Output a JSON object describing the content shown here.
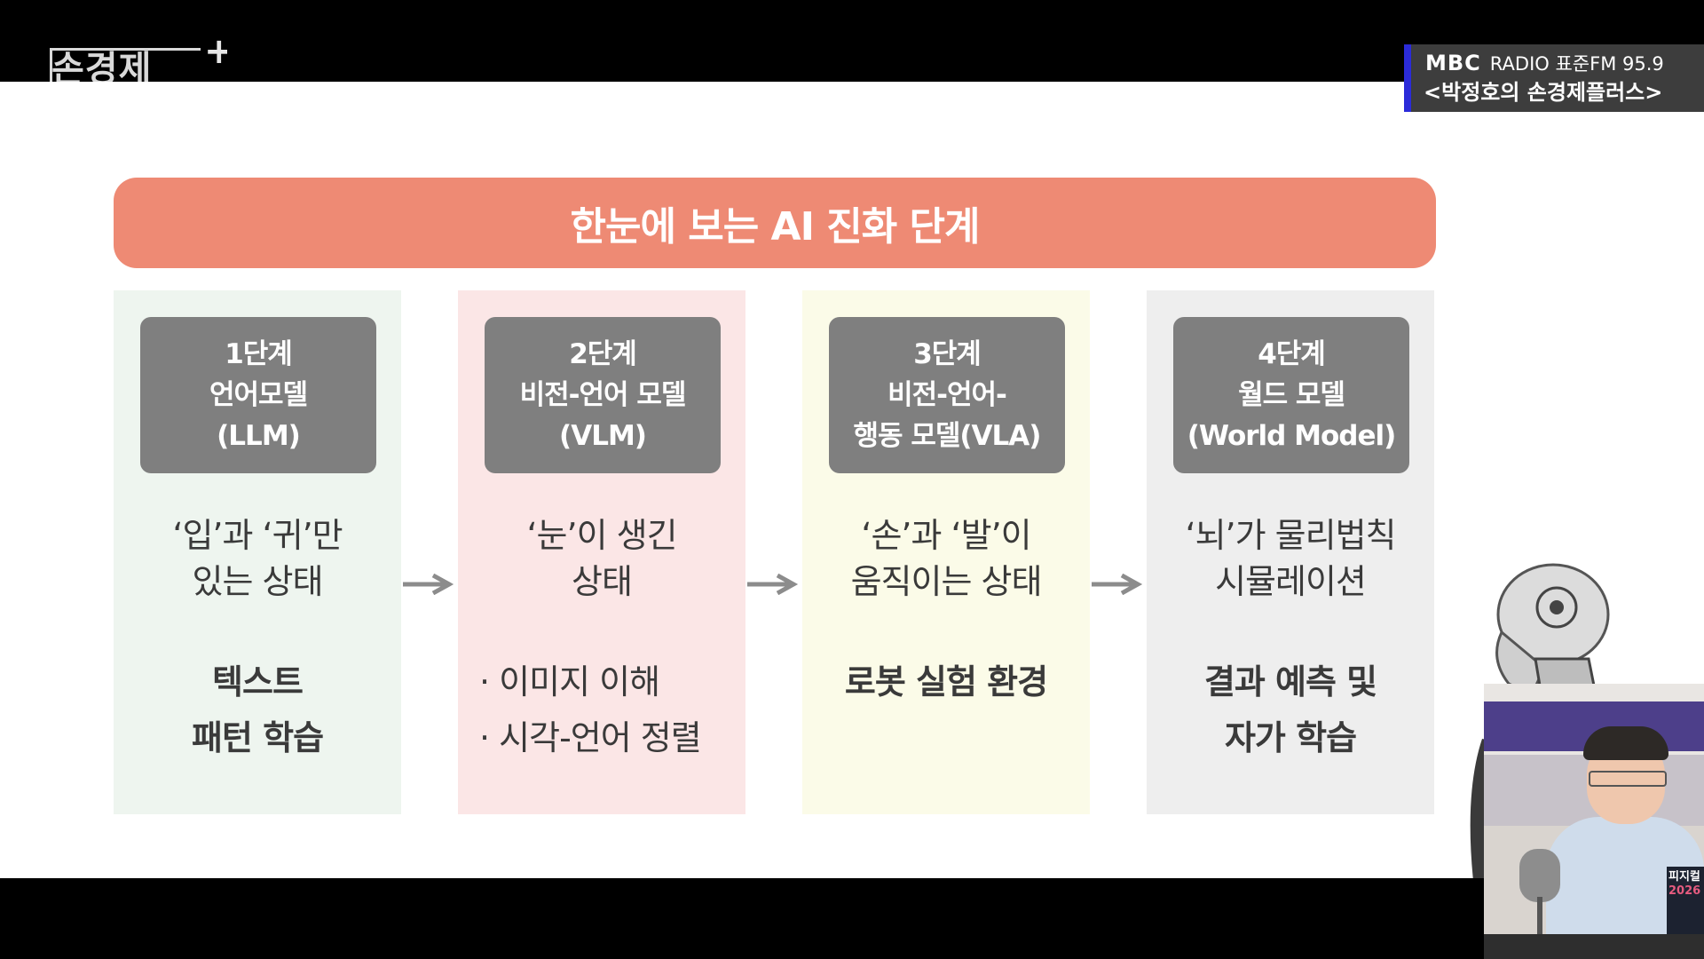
{
  "broadcast": {
    "brand": "MBC",
    "station": "RADIO 표준FM 95.9",
    "program": "<박정호의 손경제플러스>",
    "logo_text": "손경제",
    "logo_plus": "+"
  },
  "slide": {
    "title": "한눈에 보는 AI 진화 단계",
    "stages": [
      {
        "head": [
          "1단계",
          "언어모델",
          "(LLM)"
        ],
        "desc": [
          "‘입’과 ‘귀’만",
          "있는 상태"
        ],
        "detail": [
          "텍스트",
          "패턴 학습"
        ],
        "bg": "#eef5ef"
      },
      {
        "head": [
          "2단계",
          "비전-언어 모델",
          "(VLM)"
        ],
        "desc": [
          "‘눈’이 생긴",
          "상태"
        ],
        "detail": [
          "· 이미지 이해",
          "· 시각-언어 정렬"
        ],
        "bg": "#fbe6e6"
      },
      {
        "head": [
          "3단계",
          "비전-언어-",
          "행동 모델(VLA)"
        ],
        "desc": [
          "‘손’과 ‘발’이",
          "움직이는 상태"
        ],
        "detail": [
          "로봇 실험 환경"
        ],
        "bg": "#fbfbe8"
      },
      {
        "head": [
          "4단계",
          "월드 모델",
          "(World Model)"
        ],
        "desc": [
          "‘뇌’가 물리법칙",
          "시뮬레이션"
        ],
        "detail": [
          "결과 예측 및",
          "자가 학습"
        ],
        "bg": "#eeeeee"
      }
    ]
  },
  "webcam": {
    "poster_line1": "피지컬",
    "poster_line2": "2026"
  },
  "colors": {
    "banner": "#ee8a74",
    "stage_head": "#7f7f7f",
    "arrow": "#8c8c8c",
    "badge_accent": "#2b2bd9"
  }
}
